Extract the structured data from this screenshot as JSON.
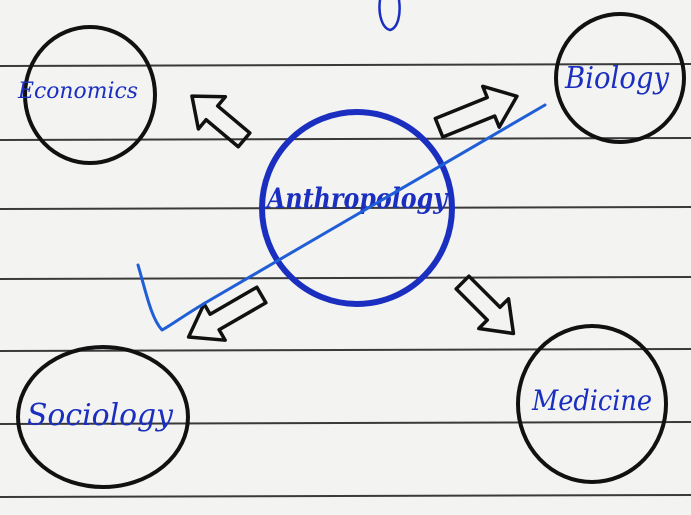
{
  "diagram": {
    "center": {
      "label": "Anthropology"
    },
    "nodes": [
      {
        "id": "economics",
        "label": "Economics"
      },
      {
        "id": "biology",
        "label": "Biology"
      },
      {
        "id": "sociology",
        "label": "Sociology"
      },
      {
        "id": "medicine",
        "label": "Medicine"
      }
    ]
  },
  "colors": {
    "paper": "#f3f3f1",
    "rule_line": "#3a3a3a",
    "ink_black": "#111111",
    "ink_blue": "#1a2fbf",
    "pen_blue": "#1f5ed6"
  }
}
